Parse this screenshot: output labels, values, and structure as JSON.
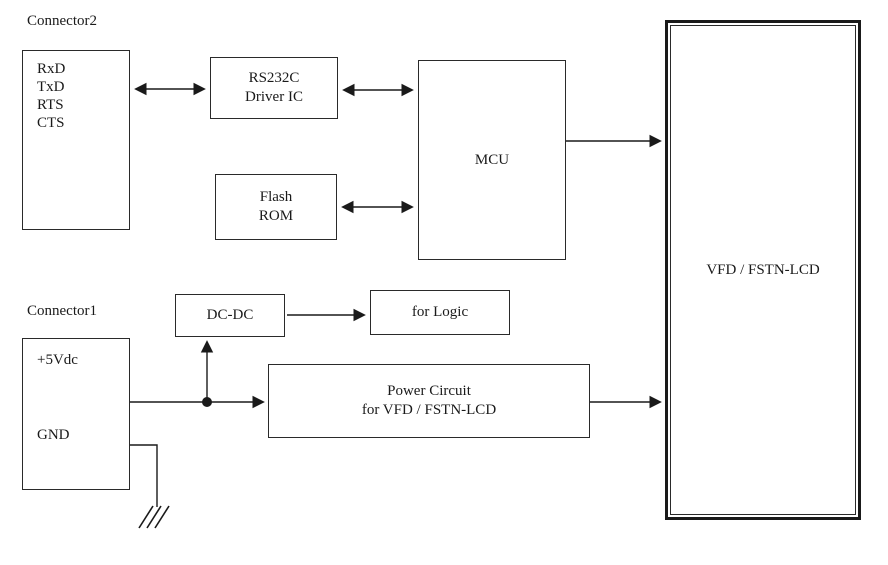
{
  "diagram": {
    "connector2": {
      "label": "Connector2",
      "pins": [
        "RxD",
        "TxD",
        "RTS",
        "CTS"
      ]
    },
    "connector1": {
      "label": "Connector1",
      "pins": [
        "+5Vdc",
        "GND"
      ]
    },
    "rs232c": {
      "line1": "RS232C",
      "line2": "Driver IC"
    },
    "flash_rom": {
      "line1": "Flash",
      "line2": "ROM"
    },
    "mcu": {
      "label": "MCU"
    },
    "vfd": {
      "label": "VFD / FSTN-LCD"
    },
    "dcdc": {
      "label": "DC-DC"
    },
    "for_logic": {
      "label": "for Logic"
    },
    "power_circuit": {
      "line1": "Power Circuit",
      "line2": "for VFD / FSTN-LCD"
    },
    "colors": {
      "line": "#1a1a1a",
      "background": "#ffffff"
    }
  }
}
